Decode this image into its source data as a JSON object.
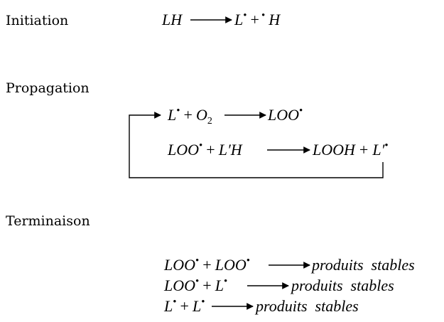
{
  "sections": {
    "initiation": "Initiation",
    "propagation": "Propagation",
    "termination": "Terminaison"
  },
  "reactions": {
    "initiation": {
      "lhs": "LH",
      "rhs_radical_1": "L",
      "plus": "+",
      "rhs_radical_2": "H"
    },
    "propagation_1": {
      "r1": "L",
      "plus": "+",
      "r2": "O",
      "r2_sub": "2",
      "product": "LOO"
    },
    "propagation_2": {
      "r1": "LOO",
      "plus": "+",
      "r2": "L′H",
      "p1": "LOOH",
      "plus2": "+",
      "p2": "L′"
    },
    "termination_1": {
      "r1": "LOO",
      "plus": "+",
      "r2": "LOO",
      "product": "produits  stables"
    },
    "termination_2": {
      "r1": "LOO",
      "plus": "+",
      "r2": "L",
      "product": "produits  stables"
    },
    "termination_3": {
      "r1": "L",
      "plus": "+",
      "r2": "L",
      "product": "produits  stables"
    }
  },
  "symbols": {
    "radical_dot": "•"
  },
  "colors": {
    "ink": "#000000",
    "background": "#ffffff"
  }
}
